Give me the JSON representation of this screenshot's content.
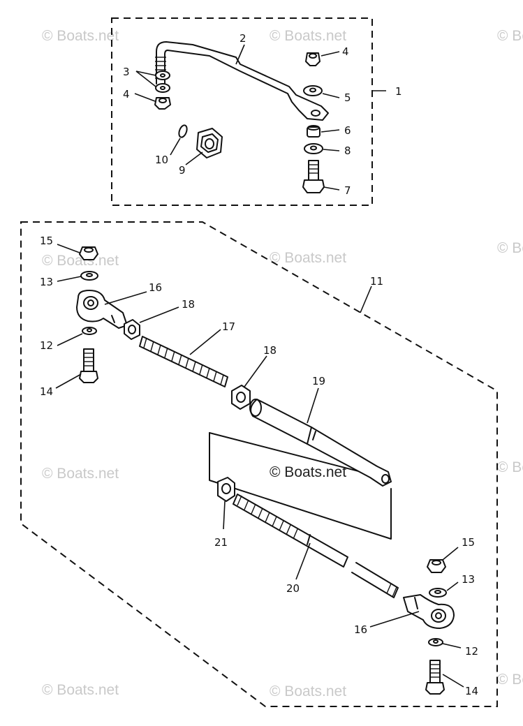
{
  "watermark": {
    "text": "© Boats.net"
  },
  "callouts": {
    "assembly_upper": "1",
    "drag_link": "2",
    "washers_pair": "3",
    "nut_left": "4",
    "nut_right": "4",
    "washer_5": "5",
    "collar": "6",
    "bolt_upper": "7",
    "washer_8": "8",
    "joint_9": "9",
    "oring_10": "10",
    "assembly_lower": "11",
    "washer_12_left": "12",
    "washer_12_right": "12",
    "washer_13_left": "13",
    "washer_13_right": "13",
    "bolt_14_left": "14",
    "bolt_14_right": "14",
    "nut_15_left": "15",
    "nut_15_right": "15",
    "end_16_left": "16",
    "end_16_right": "16",
    "rod_17": "17",
    "nut_18_a": "18",
    "nut_18_b": "18",
    "tube_19": "19",
    "rod_20": "20",
    "nut_21": "21"
  }
}
